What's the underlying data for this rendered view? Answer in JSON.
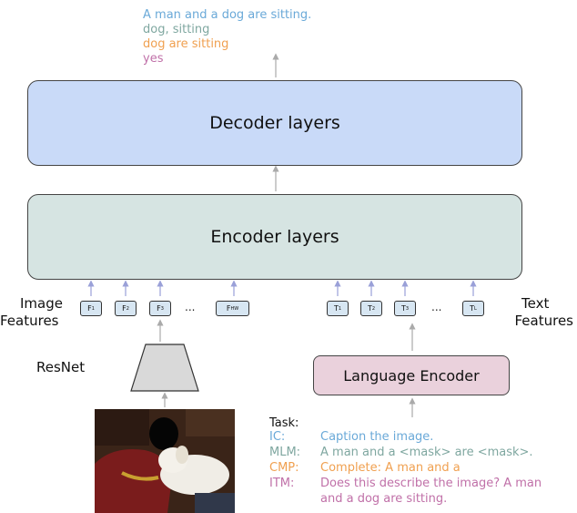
{
  "outputs": [
    {
      "text": "A man and a dog are sitting.",
      "color": "#6aa9d8"
    },
    {
      "text": "dog, sitting",
      "color": "#7fa7a0"
    },
    {
      "text": "dog are sitting",
      "color": "#f0a050"
    },
    {
      "text": "yes",
      "color": "#c070a8"
    }
  ],
  "decoder": {
    "label": "Decoder layers",
    "color": "#c9daf8"
  },
  "encoder": {
    "label": "Encoder layers",
    "color": "#d6e4e2"
  },
  "image_features": {
    "label_line1": "Image",
    "label_line2": "Features",
    "tokens": [
      {
        "main": "F",
        "sub": "1"
      },
      {
        "main": "F",
        "sub": "2"
      },
      {
        "main": "F",
        "sub": "3"
      },
      {
        "main": "F",
        "sub": "HW"
      }
    ],
    "ellipsis": "..."
  },
  "text_features": {
    "label_line1": "Text",
    "label_line2": "Features",
    "tokens": [
      {
        "main": "T",
        "sub": "1"
      },
      {
        "main": "T",
        "sub": "2"
      },
      {
        "main": "T",
        "sub": "3"
      },
      {
        "main": "T",
        "sub": "L"
      }
    ],
    "ellipsis": "..."
  },
  "resnet": {
    "label": "ResNet",
    "color": "#d9d9d9"
  },
  "language_encoder": {
    "label": "Language Encoder",
    "color": "#ead1dc"
  },
  "task": {
    "heading": "Task:",
    "rows": [
      {
        "key": "IC:",
        "text": "Caption the image.",
        "color": "#6aa9d8"
      },
      {
        "key": "MLM:",
        "text": "A man and a <mask> are <mask>.",
        "color": "#7fa7a0"
      },
      {
        "key": "CMP:",
        "text": "Complete: A man and a",
        "color": "#f0a050"
      },
      {
        "key": "ITM:",
        "text": "Does this describe the image? A man",
        "color": "#c070a8"
      }
    ],
    "itm_continuation": "and a dog are sitting."
  },
  "photo": {
    "icon": "photo-man-dog-icon"
  }
}
